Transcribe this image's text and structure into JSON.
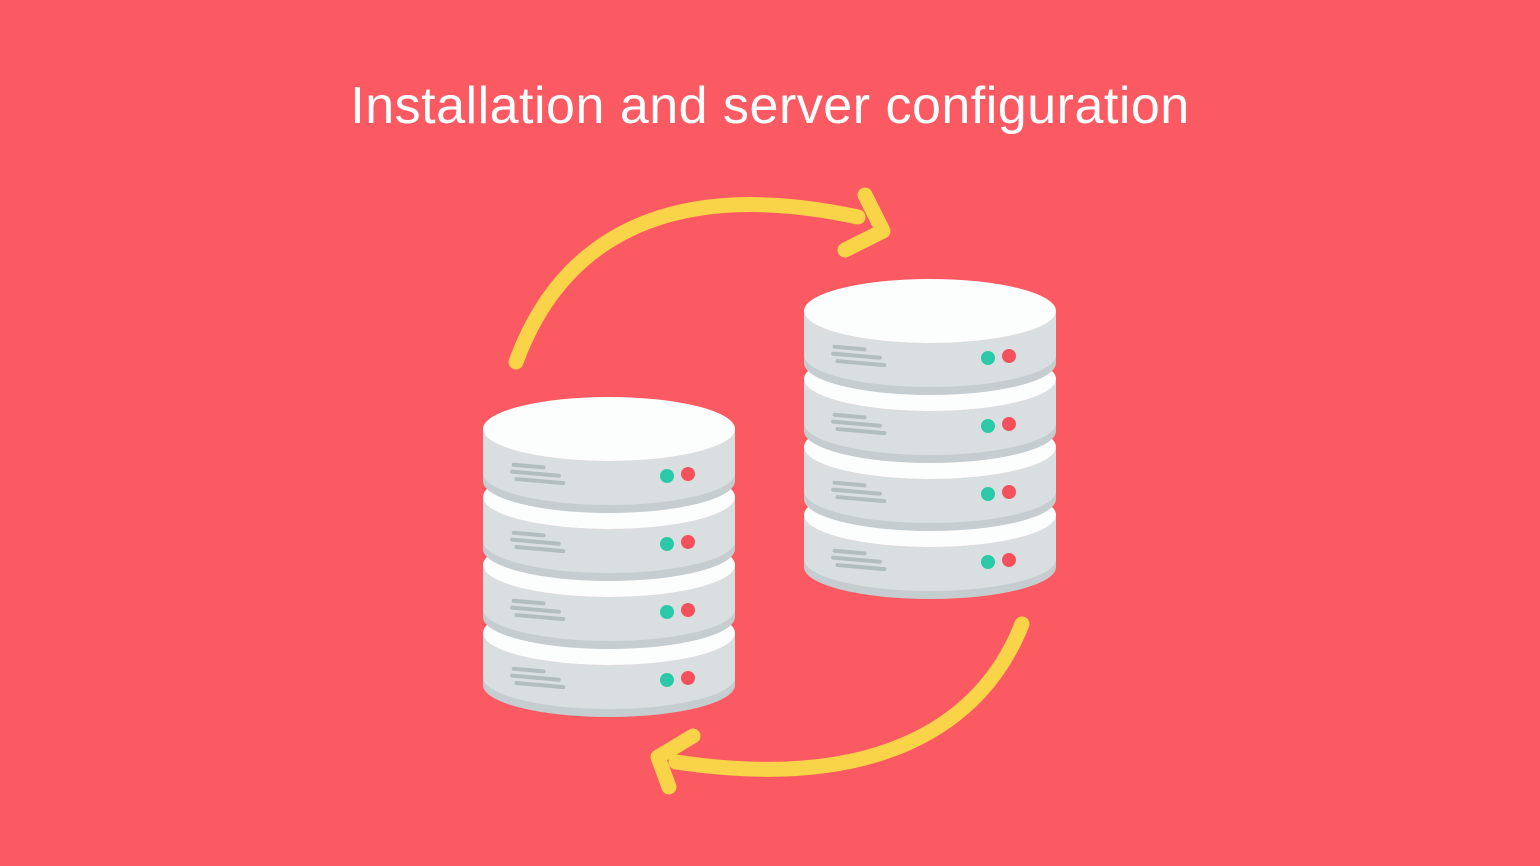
{
  "title": "Installation and server configuration",
  "palette": {
    "background": "#FC5A62",
    "title_text": "#FFFFFF",
    "arrow": "#F9D348",
    "disk_body": "#D9DFE0",
    "disk_rim": "#C5CDD0",
    "disk_top": "#FCFEFD",
    "vent_line": "#B2BDC0",
    "dot_teal": "#2CC9A8",
    "dot_red": "#F5515D"
  },
  "illustration": {
    "stacks": [
      {
        "name": "database-stack-left",
        "disks": 4,
        "leds_per_disk": [
          "teal",
          "red"
        ],
        "vent_lines_per_disk": 3
      },
      {
        "name": "database-stack-right",
        "disks": 4,
        "leds_per_disk": [
          "teal",
          "red"
        ],
        "vent_lines_per_disk": 3
      }
    ],
    "arrows": [
      {
        "name": "cycle-arrow-top",
        "direction": "pointing-right"
      },
      {
        "name": "cycle-arrow-bottom",
        "direction": "pointing-left"
      }
    ]
  }
}
